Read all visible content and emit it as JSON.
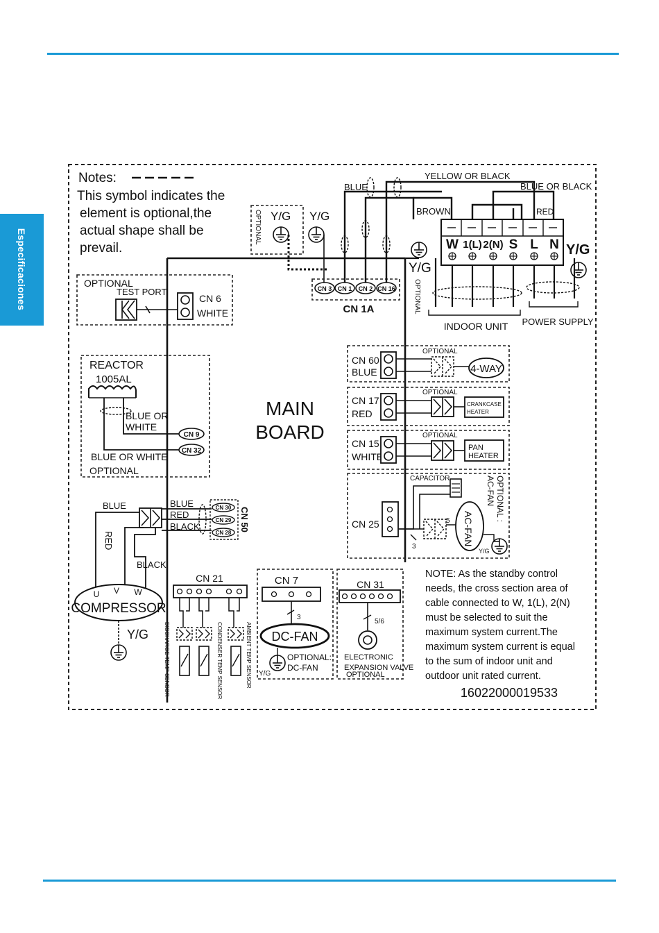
{
  "page": {
    "section_tab": "Especificaciones",
    "accent_color": "#1a9ad6"
  },
  "diagram": {
    "notes_title": "Notes:",
    "notes_lines": [
      "This symbol indicates the",
      "element is  optional,the",
      "actual shape shall be",
      "prevail."
    ],
    "main_board": [
      "MAIN",
      "BOARD"
    ],
    "terminal": {
      "wire_labels": [
        "YELLOW OR BLACK",
        "BLUE",
        "BLUE OR BLACK",
        "BROWN",
        "RED"
      ],
      "terminals": [
        "W",
        "1(L)",
        "2(N)",
        "S",
        "L",
        "N"
      ],
      "yg_top": "Y/G",
      "yg_right": "Y/G",
      "yg_left": "Y/G",
      "optional": "OPTIONAL",
      "indoor_unit": "INDOOR  UNIT",
      "power_supply": "POWER  SUPPLY"
    },
    "cn1a": {
      "connectors": [
        "CN 3",
        "CN 1",
        "CN 2",
        "CN 16"
      ],
      "label": "CN 1A",
      "optional": "OPTIONAL",
      "yg1": "Y/G",
      "yg2": "Y/G"
    },
    "test_port": {
      "optional": "OPTIONAL",
      "label": "TEST PORT",
      "cn": "CN 6",
      "color": "WHITE"
    },
    "reactor": {
      "title": "REACTOR",
      "model": "1005AL",
      "wire1": [
        "BLUE OR",
        "WHITE"
      ],
      "wire2": "BLUE OR WHITE",
      "optional": "OPTIONAL",
      "cn9": "CN 9",
      "cn32": "CN 32"
    },
    "compressor": {
      "wire_blue": "BLUE",
      "wire_red": "RED",
      "wire_black": "BLACK",
      "board_blue": "BLUE",
      "board_red": "RED",
      "board_black": "BLACK",
      "cn30": "CN 30",
      "cn29": "CN 29",
      "cn28": "CN 28",
      "cn50": "CN 50",
      "phases": [
        "U",
        "V",
        "W"
      ],
      "name": "COMPRESSOR",
      "yg": "Y/G"
    },
    "cn21": {
      "label": "CN 21",
      "sensors": [
        "DISCHARGE TEMP SENSOR",
        "CONDENSER TEMP  SENSOR",
        "AMBIENT TEMP SENSOR"
      ]
    },
    "cn7": {
      "label": "CN 7",
      "pin": "3",
      "fan": "DC-FAN",
      "optional": [
        "OPTIONAL:",
        "DC-FAN"
      ],
      "yg": "Y/G"
    },
    "cn31": {
      "label": "CN 31",
      "pin": "5/6",
      "valve": [
        "ELECTRONIC",
        "EXPANSION VALVE"
      ],
      "optional": "OPTIONAL"
    },
    "right_loads": [
      {
        "cn": "CN 60",
        "color": "BLUE",
        "optional": "OPTIONAL",
        "load": [
          "4-WAY"
        ]
      },
      {
        "cn": "CN 17",
        "color": "RED",
        "optional": "OPTIONAL",
        "load": [
          "CRANKCASE",
          "HEATER"
        ]
      },
      {
        "cn": "CN 15",
        "color": "WHITE",
        "optional": "OPTIONAL",
        "load": [
          "PAN",
          "HEATER"
        ]
      }
    ],
    "cn25": {
      "cn": "CN 25",
      "capacitor": "CAPACITOR",
      "optional": [
        "OPTIONAL :",
        "AC-FAN"
      ],
      "fan": "AC-FAN",
      "pin3": "3",
      "pin5": "5",
      "yg": "Y/G"
    },
    "note": [
      "NOTE: As the standby control",
      "needs, the cross section area of",
      "cable connected to  W, 1(L), 2(N)",
      "must  be  selected  to suit the",
      "maximum system current.The",
      "maximum system current is equal",
      "to the sum of indoor unit and",
      "outdoor unit rated current."
    ],
    "part_number": "16022000019533"
  }
}
